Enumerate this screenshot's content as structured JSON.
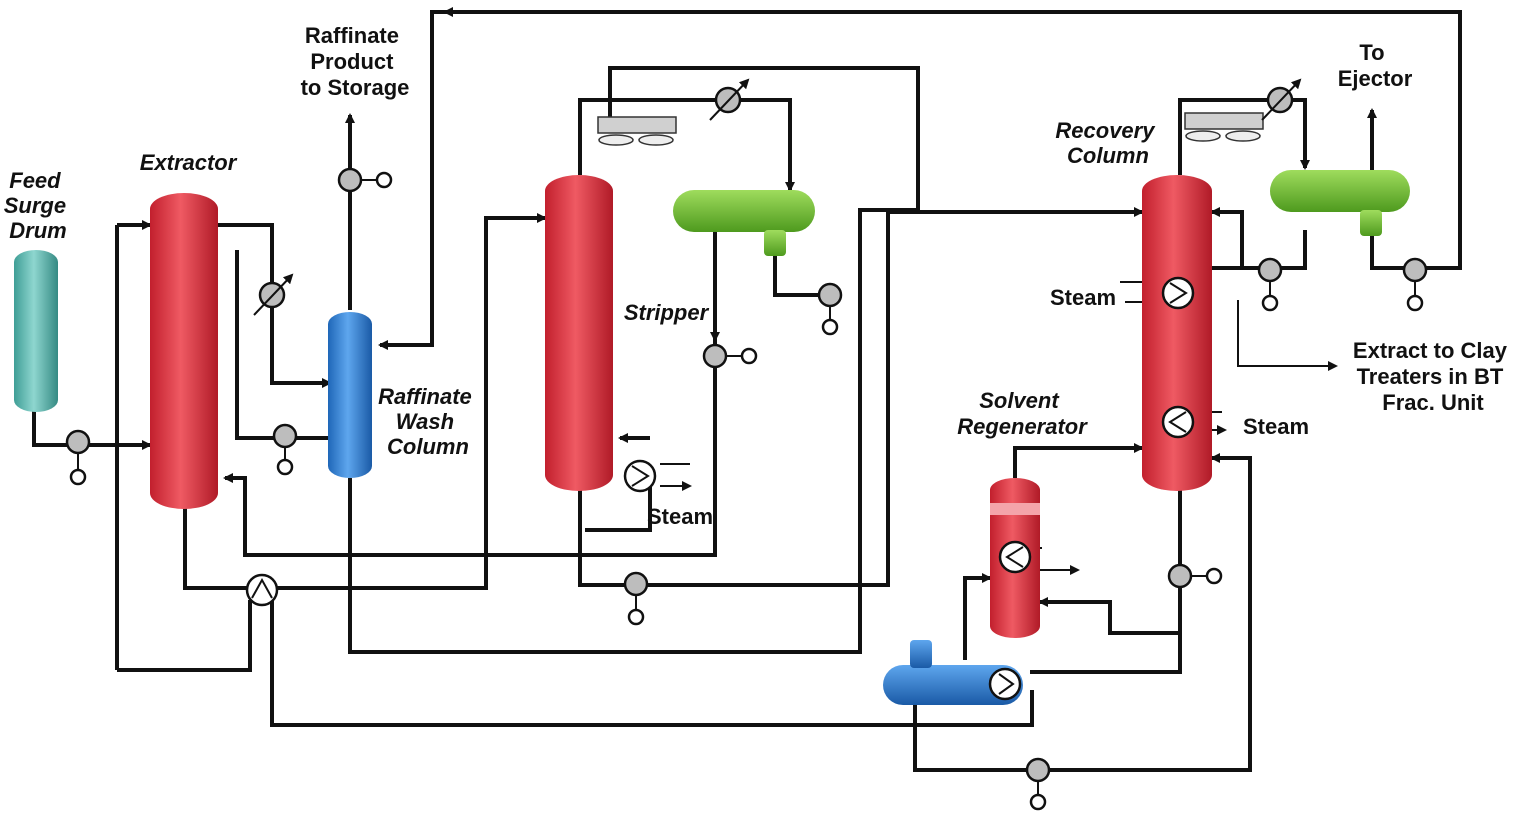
{
  "labels": {
    "feed_surge_drum": [
      "Feed",
      "Surge",
      "Drum"
    ],
    "extractor": "Extractor",
    "raffinate_product": [
      "Raffinate",
      "Product",
      "to Storage"
    ],
    "raffinate_wash_column": [
      "Raffinate",
      "Wash",
      "Column"
    ],
    "stripper": "Stripper",
    "steam_stripper": "Steam",
    "recovery_column": [
      "Recovery",
      "Column"
    ],
    "to_ejector": [
      "To",
      "Ejector"
    ],
    "steam_recovery_top": "Steam",
    "steam_recovery_bottom": "Steam",
    "extract": [
      "Extract to Clay",
      "Treaters in BT",
      "Frac. Unit"
    ],
    "solvent_regenerator": [
      "Solvent",
      "Regenerator"
    ]
  },
  "colors": {
    "feed_drum": "#5fb8b0",
    "extractor": "#d9323f",
    "wash_column": "#2f7fd1",
    "stripper": "#d9323f",
    "receiver": "#6cb82e",
    "recovery": "#d9323f",
    "regenerator": "#d9323f",
    "solvent_drum": "#2f7fd1"
  }
}
